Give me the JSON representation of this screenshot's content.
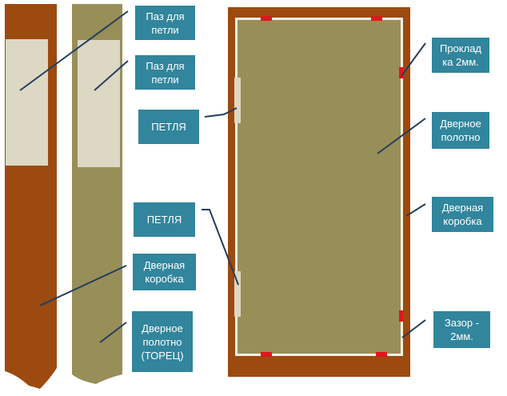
{
  "colors": {
    "frame": "#9c4a10",
    "leaf": "#988f58",
    "hinge_slot": "#ddd8c4",
    "gasket": "#e0161c",
    "label_bg": "#31859c",
    "label_text": "#ffffff",
    "leader": "#243e5c"
  },
  "labels": {
    "slot_1": "Паз для\nпетли",
    "slot_2": "Паз для\nпетли",
    "hinge_top": "ПЕТЛЯ",
    "hinge_bottom": "ПЕТЛЯ",
    "frame_left": "Дверная\nкоробка",
    "leaf_edge": "Дверное\nполотно\n(ТОРЕЦ)",
    "gasket": "Проклад\nка 2мм.",
    "leaf": "Дверное\nполотно",
    "frame_right": "Дверная\nкоробка",
    "gap": "Зазор -\n2мм."
  }
}
